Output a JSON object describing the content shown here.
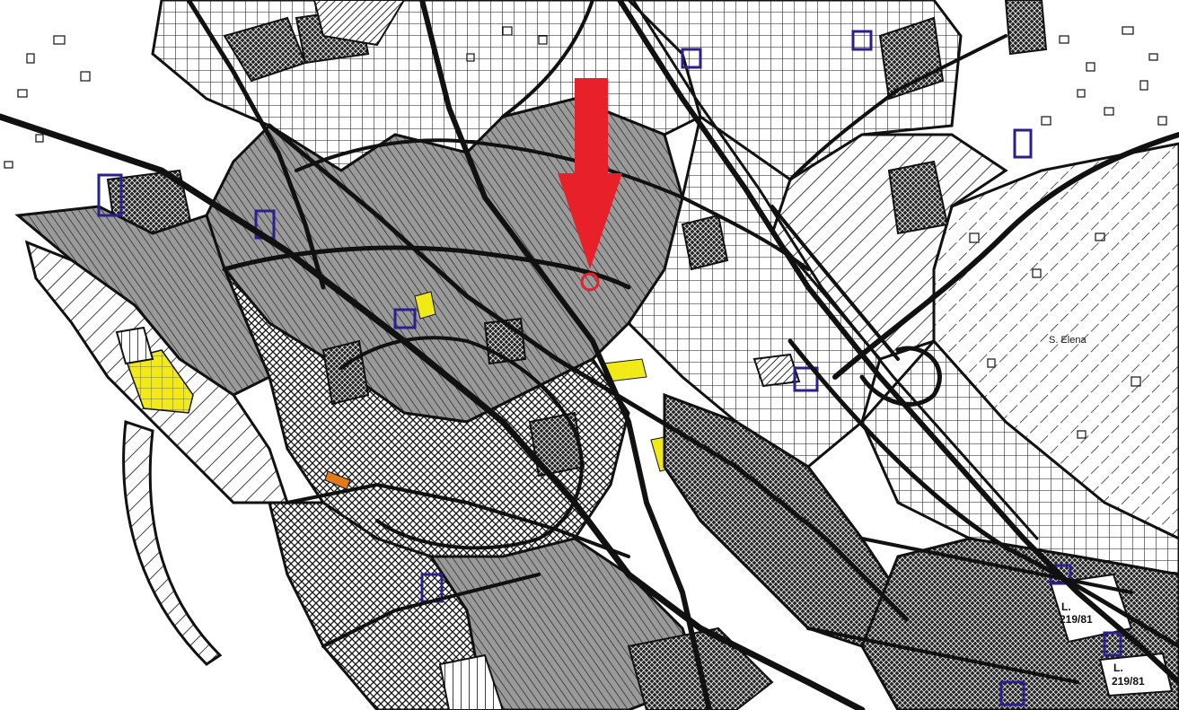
{
  "map": {
    "labels": {
      "place_name": "S. Elena",
      "law_ref_1_line1": "L.",
      "law_ref_1_line2": "219/81",
      "law_ref_2_line1": "L.",
      "law_ref_2_line2": "219/81"
    },
    "marker": {
      "type": "arrow-with-circle",
      "color": "#e8202a"
    },
    "colors": {
      "background": "#ffffff",
      "linework": "#111111",
      "outline_blue": "#2a1f8f",
      "highlight_yellow": "#f2ea16",
      "highlight_orange": "#e07a1a"
    }
  }
}
